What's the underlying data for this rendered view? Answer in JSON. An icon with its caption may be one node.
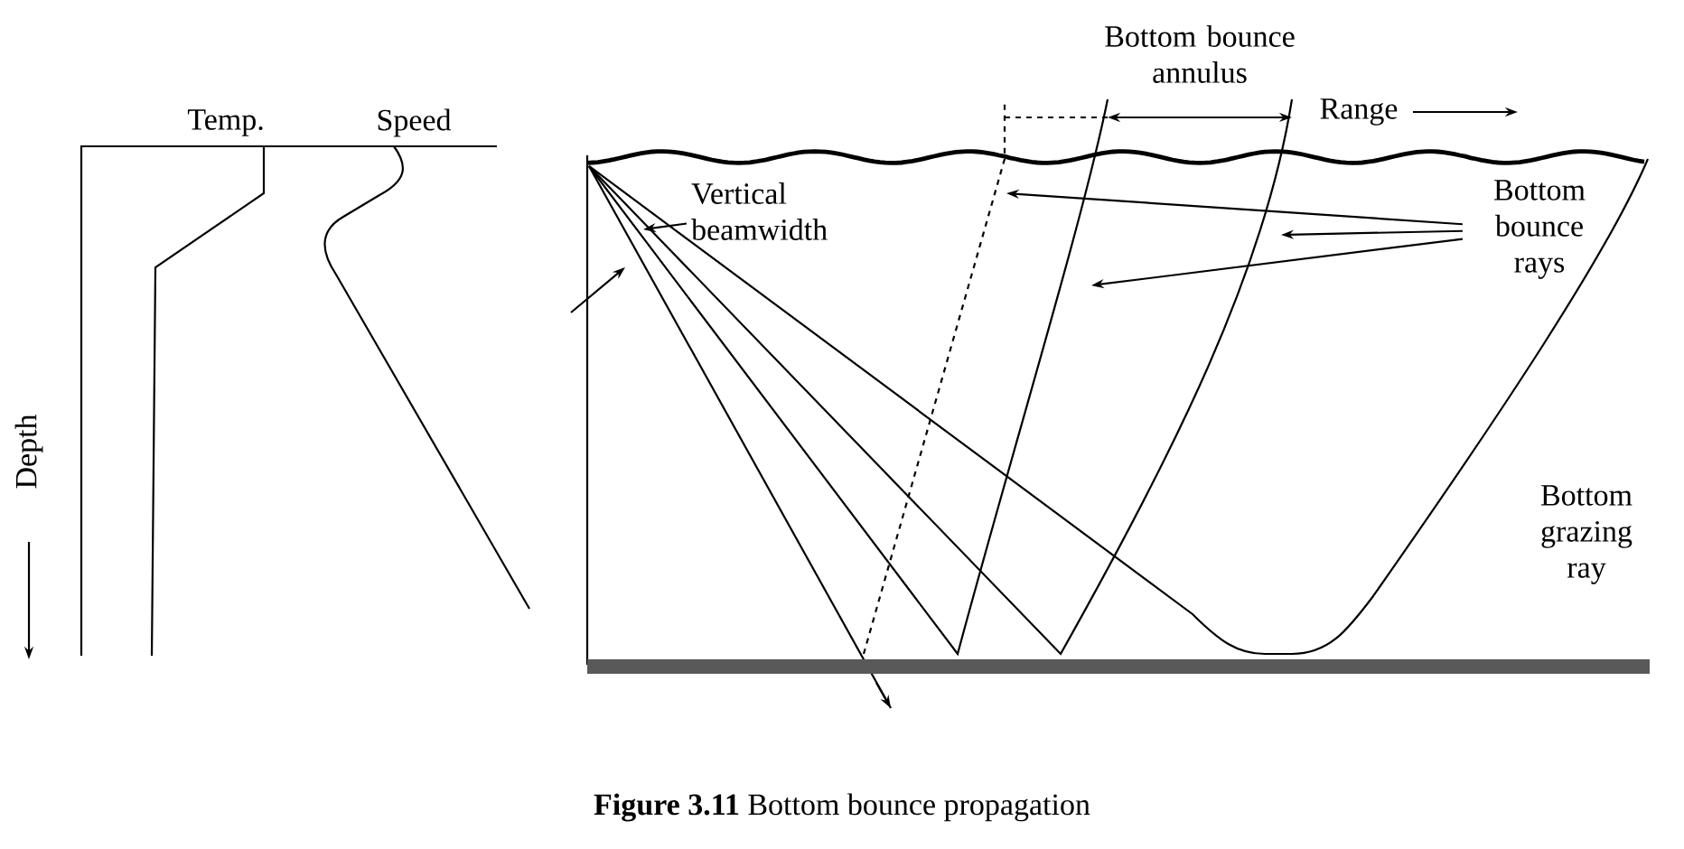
{
  "diagram": {
    "caption": "**Figure 3.11**    Bottom bounce propagation",
    "nodes": [
      {
        "text": [
          "Vertical beamwidth"
        ]
      },
      {
        "text": [
          "Bottom bounce rays"
        ]
      }
    ],
    "edges": [
      {
        "from": 0,
        "to": null,
        "arrow": "to"
      },
      {
        "from": 1,
        "to": null,
        "arrow": "to"
      },
      {
        "from": 1,
        "to": null,
        "arrow": "to"
      },
      {
        "from": 1,
        "to": null,
        "arrow": "to"
      }
    ],
    "labels": [
      "Temp.",
      "Speed",
      "Depth",
      "Bottom bounce annulus",
      "Range",
      "Bottom grazing ray"
    ]
  }
}
